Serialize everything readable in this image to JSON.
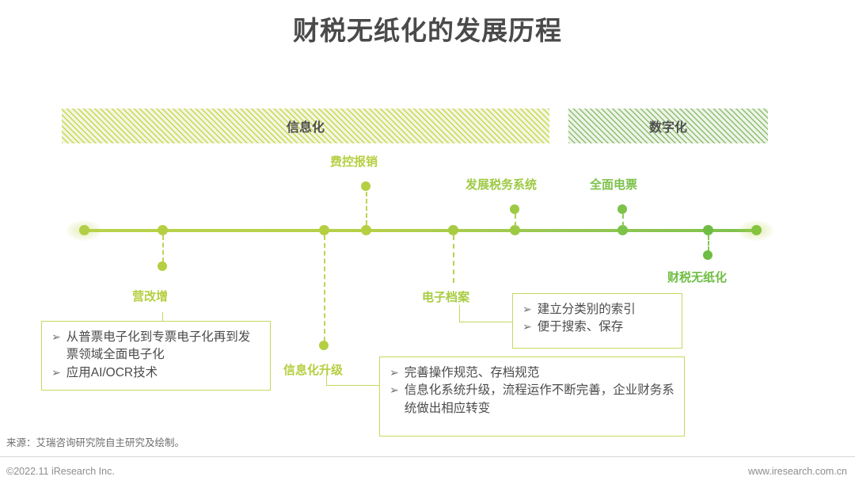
{
  "page": {
    "title": "财税无纸化的发展历程"
  },
  "phases": [
    {
      "label": "信息化",
      "color": "#c9d84e"
    },
    {
      "label": "数字化",
      "color": "#8cbe6e"
    }
  ],
  "timeline": {
    "axis_gradient_start": "#b9d24a",
    "axis_gradient_end": "#7dc24b",
    "milestones": [
      {
        "label": "营改增",
        "color": "#b5cf42",
        "side": "below"
      },
      {
        "label": "信息化升级",
        "color": "#b5cf42",
        "side": "below"
      },
      {
        "label": "费控报销",
        "color": "#b5cf42",
        "side": "above"
      },
      {
        "label": "电子档案",
        "color": "#a8cc41",
        "side": "below"
      },
      {
        "label": "发展税务系统",
        "color": "#9dc944",
        "side": "above"
      },
      {
        "label": "全面电票",
        "color": "#7dc24b",
        "side": "above"
      },
      {
        "label": "财税无纸化",
        "color": "#6fbd43",
        "side": "below"
      }
    ]
  },
  "boxes": {
    "yinggaizeng": {
      "items": [
        "从普票电子化到专票电子化再到发票领域全面电子化",
        "应用AI/OCR技术"
      ]
    },
    "dianzidangan": {
      "items": [
        "建立分类别的索引",
        "便于搜索、保存"
      ]
    },
    "xinxihuashengji": {
      "items": [
        "完善操作规范、存档规范",
        "信息化系统升级，流程运作不断完善，企业财务系统做出相应转变"
      ]
    },
    "bullet_glyph": "➢"
  },
  "footer": {
    "source": "来源：艾瑞咨询研究院自主研究及绘制。",
    "copyright": "©2022.11 iResearch Inc.",
    "url": "www.iresearch.com.cn"
  }
}
